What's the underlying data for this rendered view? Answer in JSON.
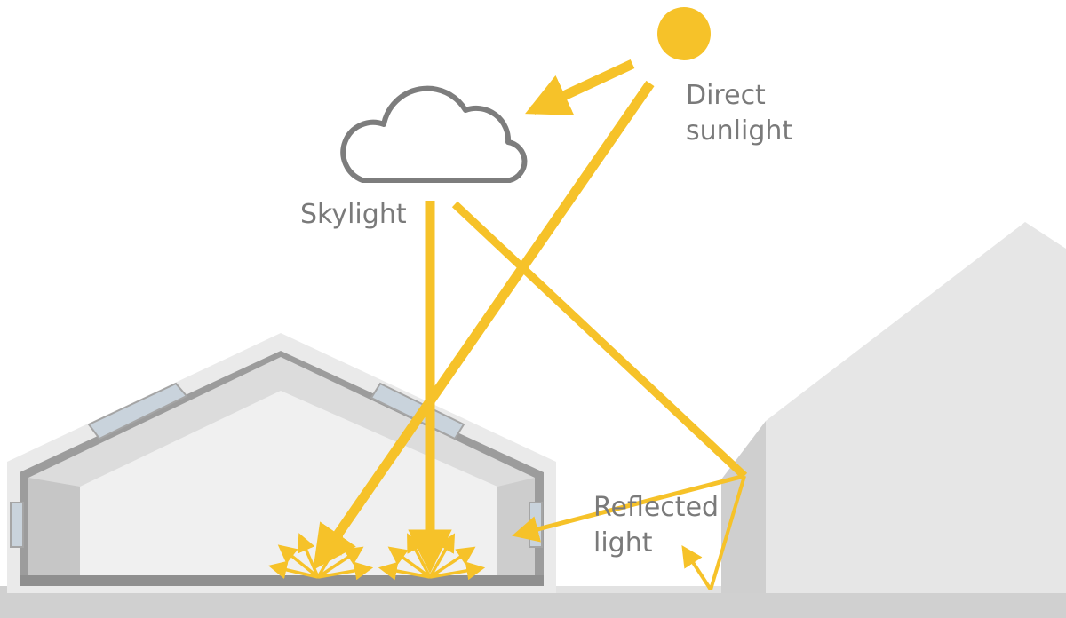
{
  "labels": {
    "direct_line1": "Direct",
    "direct_line2": "sunlight",
    "skylight": "Skylight",
    "reflected_line1": "Reflected",
    "reflected_line2": "light"
  },
  "colors": {
    "light": "#f6c229",
    "text": "#7a7a7a",
    "cloud_outline": "#7d7d7d",
    "building": "#e4e4e4",
    "ground": "#d0d0d0"
  }
}
